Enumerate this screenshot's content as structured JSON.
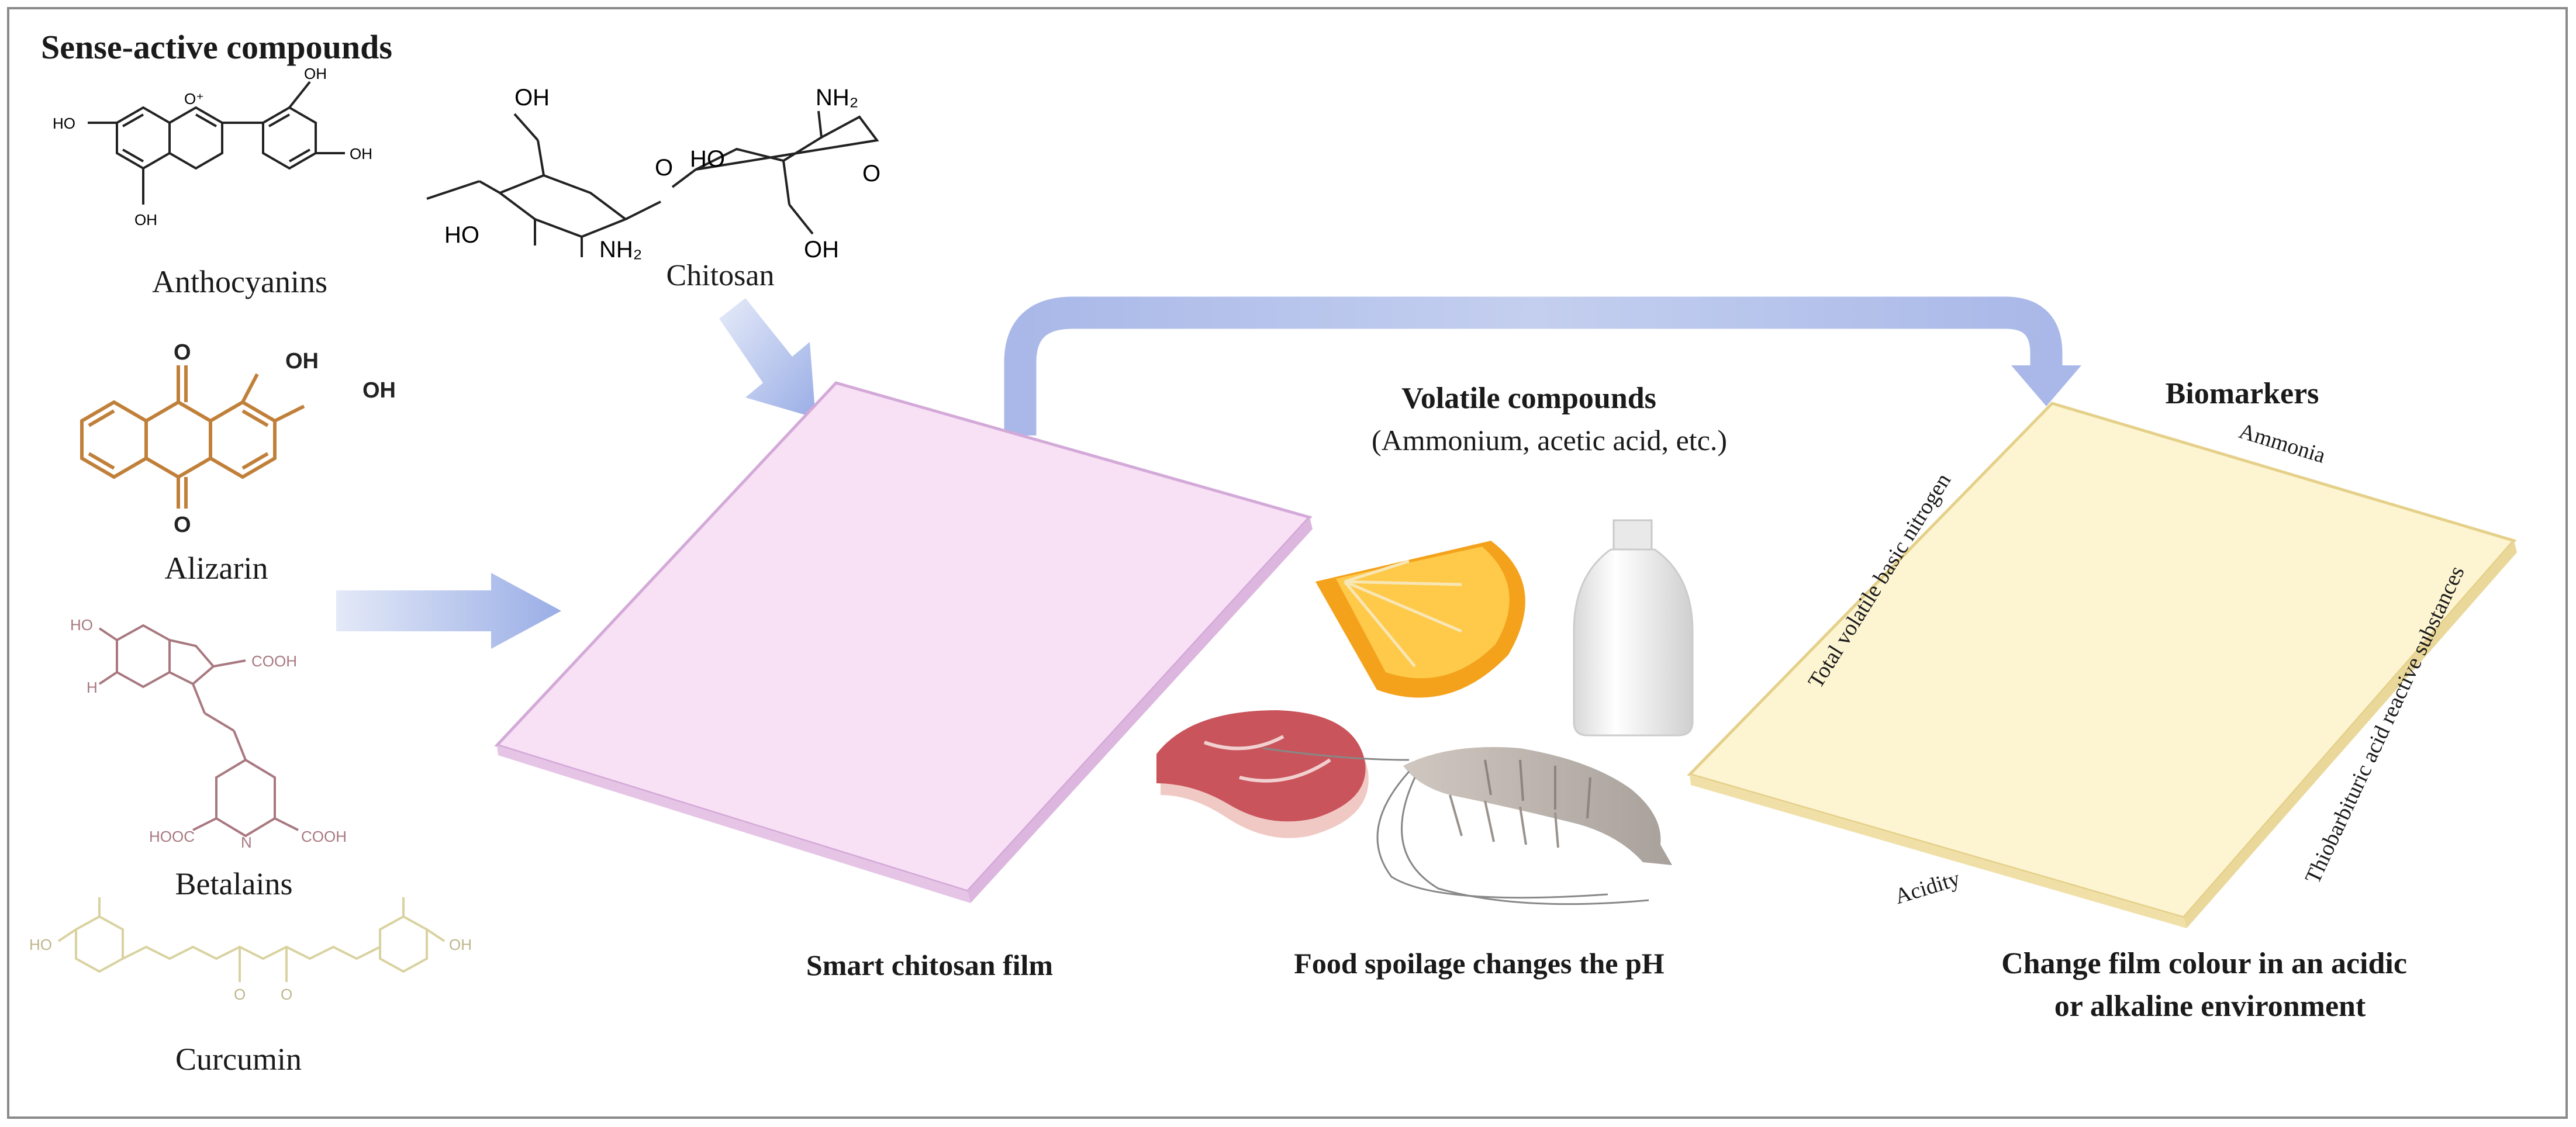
{
  "labels": {
    "header": "Sense-active compounds",
    "anthocyanins": "Anthocyanins",
    "chitosan": "Chitosan",
    "alizarin": "Alizarin",
    "betalains": "Betalains",
    "curcumin": "Curcumin",
    "smart_film": "Smart chitosan film",
    "volatile_title": "Volatile compounds",
    "volatile_sub": "(Ammonium, acetic acid, etc.)",
    "food_spoilage": "Food spoilage changes the pH",
    "biomarkers": "Biomarkers",
    "ammonia": "Ammonia",
    "tvbn": "Total volatile basic nitrogen",
    "tbars": "Thiobarbituric acid reactive substances",
    "acidity": "Acidity",
    "change_line1": "Change film colour in an acidic",
    "change_line2": "or alkaline environment"
  },
  "chem_labels": {
    "oh": "OH",
    "ho": "HO",
    "nh2": "NH₂",
    "o": "O",
    "o_plus": "O⁺",
    "cooh": "COOH",
    "hooc": "HOOC",
    "h": "H",
    "n": "N"
  },
  "icons": {
    "orange": "orange-slice-icon",
    "bottle": "milk-bottle-icon",
    "meat": "steak-icon",
    "shrimp": "shrimp-icon"
  },
  "colors": {
    "film_pink": "#f8e0f5",
    "film_pink_edge": "#d3a9d8",
    "film_yellow": "#fdf5d2",
    "film_yellow_edge": "#e5d08a",
    "arrow_blue": "#aebde9",
    "alizarin": "#c0803a",
    "betalains": "#a87880",
    "curcumin": "#d9d2a0",
    "orange": "#f4a21b",
    "meat": "#c9545b"
  }
}
